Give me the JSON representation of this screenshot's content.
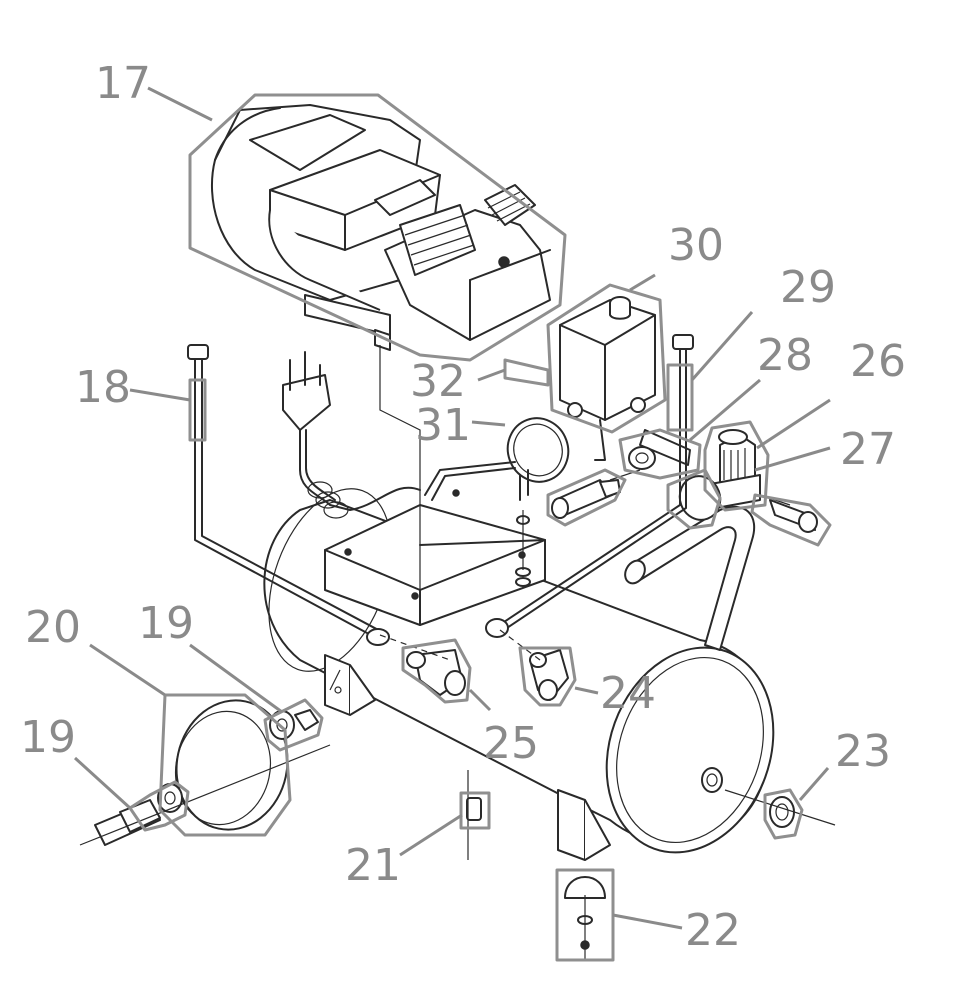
{
  "part_numbers": {
    "p17": "17",
    "p18": "18",
    "p19a": "19",
    "p19b": "19",
    "p20": "20",
    "p21": "21",
    "p22": "22",
    "p23": "23",
    "p24": "24",
    "p25": "25",
    "p26": "26",
    "p27": "27",
    "p28": "28",
    "p29": "29",
    "p30": "30",
    "p31": "31",
    "p32": "32"
  },
  "colors": {
    "line_art": "#2a2a2a",
    "callout_text": "#8a8a8a",
    "callout_outline": "#8f8f8f",
    "background": "#ffffff"
  }
}
